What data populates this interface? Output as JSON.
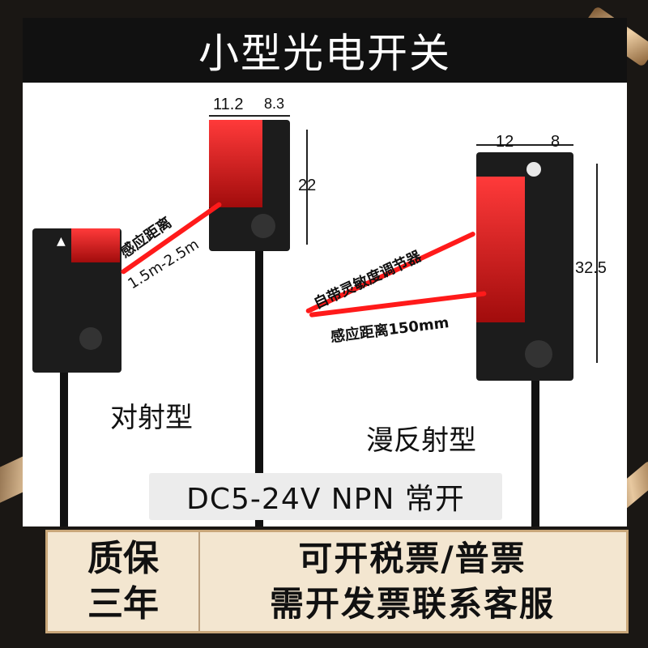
{
  "title": "小型光电开关",
  "left_product": {
    "type_label": "对射型",
    "height_dim": "22",
    "width_dim_a": "11.2",
    "width_dim_b": "8.3",
    "beam_label_1": "感应距离",
    "beam_label_2": "1.5m-2.5m"
  },
  "right_product": {
    "type_label": "漫反射型",
    "height_dim": "32.5",
    "width_dim_a": "12",
    "width_dim_b": "8",
    "beam_label_1": "自带灵敏度调节器",
    "beam_label_2": "感应距离150mm"
  },
  "spec": "DC5-24V NPN  常开",
  "bottom": {
    "left_line_1": "质保",
    "left_line_2": "三年",
    "right_line_1": "可开税票/普票",
    "right_line_2": "需开发票联系客服"
  },
  "colors": {
    "accent_red": "#ff1a1a",
    "bottom_bg": "#f3e6d0",
    "title_bg": "#111111"
  }
}
